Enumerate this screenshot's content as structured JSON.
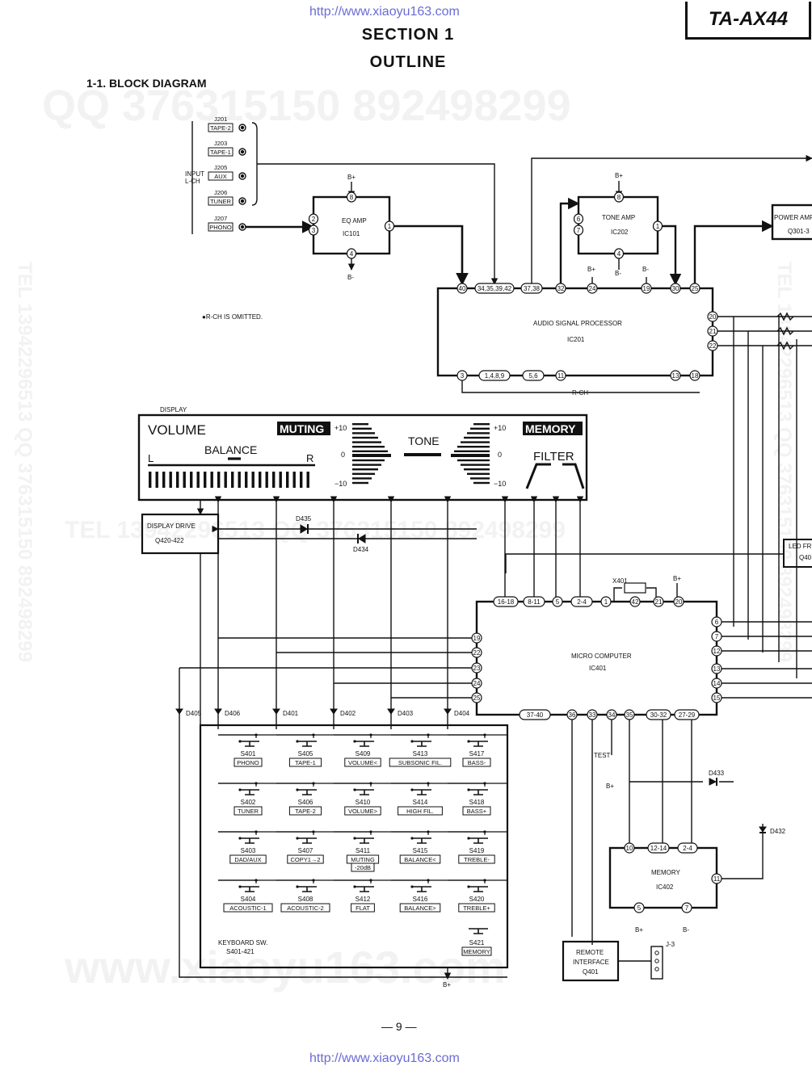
{
  "header": {
    "url_top": "http://www.xiaoyu163.com",
    "url_bottom": "http://www.xiaoyu163.com",
    "section": "SECTION 1",
    "outline": "OUTLINE",
    "model": "TA-AX44",
    "subtitle": "1-1. BLOCK DIAGRAM",
    "page_number": "— 9 —"
  },
  "watermarks": {
    "qq_line": "QQ 376315150   892498299",
    "tel_line": "TEL 13942296513   QQ 376315150   892498299",
    "vertical_left": "TEL 13942296513  QQ 376315150  892498299",
    "vertical_right": "TEL 13942296513  QQ 376315150  892498299",
    "www": "www.xiaoyu163.com"
  },
  "inputs": {
    "group_label_1": "INPUT",
    "group_label_2": "L-CH",
    "jacks": [
      {
        "ref": "J201",
        "name": "TAPE-2"
      },
      {
        "ref": "J203",
        "name": "TAPE-1"
      },
      {
        "ref": "J205",
        "name": "AUX"
      },
      {
        "ref": "J206",
        "name": "TUNER"
      },
      {
        "ref": "J207",
        "name": "PHONO"
      }
    ]
  },
  "eq_amp": {
    "title": "EQ AMP",
    "ic": "IC101",
    "pins": [
      "2",
      "3",
      "1",
      "8",
      "4"
    ],
    "bplus": "B+",
    "bminus": "B-"
  },
  "tone_amp": {
    "title": "TONE AMP",
    "ic": "IC202",
    "pins": [
      "6",
      "7",
      "1",
      "8",
      "4"
    ],
    "bplus": "B+",
    "bminus": "B-"
  },
  "power_amp": {
    "title": "POWER AMP",
    "ic": "Q301-3"
  },
  "asp": {
    "title": "AUDIO SIGNAL PROCESSOR",
    "ic": "IC201",
    "top_pins": [
      "40",
      "34,35,39,42",
      "37,38",
      "32",
      "24",
      "19",
      "30",
      "25"
    ],
    "right_pins": [
      "20",
      "21",
      "22"
    ],
    "bottom_pins": [
      "3",
      "1,4,8,9",
      "5,6",
      "11",
      "13",
      "18"
    ],
    "rch": "R-CH",
    "bplus": "B+",
    "bminus": "B-"
  },
  "note": "●R-CH IS OMITTED.",
  "display": {
    "caption": "DISPLAY",
    "volume": "VOLUME",
    "balance": "BALANCE",
    "l": "L",
    "r": "R",
    "muting": "MUTING",
    "tone": "TONE",
    "memory": "MEMORY",
    "filter": "FILTER",
    "plus10": "+10",
    "zero": "0",
    "minus10": "−10"
  },
  "display_drive": {
    "title": "DISPLAY DRIVE",
    "ic": "Q420-422"
  },
  "diodes": {
    "d435": "D435",
    "d434": "D434",
    "d433": "D433",
    "d432": "D432",
    "row": [
      "D405",
      "D406",
      "D401",
      "D402",
      "D403",
      "D404"
    ]
  },
  "led": {
    "title": "LED FR",
    "ic": "Q40"
  },
  "micro": {
    "title": "MICRO COMPUTER",
    "ic": "IC401",
    "top_pins": [
      "16-18",
      "8-11",
      "5",
      "2-4",
      "1",
      "42",
      "21",
      "20"
    ],
    "left_pins": [
      "19",
      "22",
      "23",
      "24",
      "25"
    ],
    "right_pins": [
      "6",
      "7",
      "12",
      "13",
      "14",
      "15"
    ],
    "bottom_pins": [
      "37-40",
      "36",
      "33",
      "34",
      "35",
      "30-32",
      "27-29"
    ],
    "xtal": "X401",
    "bplus": "B+"
  },
  "test": {
    "label": "TEST",
    "bplus": "B+"
  },
  "memory_ic": {
    "title": "MEMORY",
    "ic": "IC402",
    "pins": [
      "10",
      "12-14",
      "2-4",
      "11",
      "5",
      "7"
    ],
    "bplus": "B+",
    "bminus": "B-"
  },
  "remote": {
    "line1": "REMOTE",
    "line2": "INTERFACE",
    "ic": "Q401",
    "jack": "J-3"
  },
  "keyboard": {
    "caption1": "KEYBOARD SW.",
    "caption2": "S401-421",
    "bplus": "B+",
    "switches": [
      {
        "ref": "S401",
        "label": "PHONO"
      },
      {
        "ref": "S405",
        "label": "TAPE-1"
      },
      {
        "ref": "S409",
        "label": "VOLUME<"
      },
      {
        "ref": "S413",
        "label": "SUBSONIC FIL."
      },
      {
        "ref": "S417",
        "label": "BASS-"
      },
      {
        "ref": "S402",
        "label": "TUNER"
      },
      {
        "ref": "S406",
        "label": "TAPE-2"
      },
      {
        "ref": "S410",
        "label": "VOLUME>"
      },
      {
        "ref": "S414",
        "label": "HIGH FIL."
      },
      {
        "ref": "S418",
        "label": "BASS+"
      },
      {
        "ref": "S403",
        "label": "DAD/AUX"
      },
      {
        "ref": "S407",
        "label": "COPY1→2"
      },
      {
        "ref": "S411",
        "label": "MUTING"
      },
      {
        "ref": "S415",
        "label": "BALANCE<"
      },
      {
        "ref": "S419",
        "label": "TREBLE-"
      },
      {
        "ref": "S404",
        "label": "ACOUSTIC-1"
      },
      {
        "ref": "S408",
        "label": "ACOUSTIC-2"
      },
      {
        "ref": "S412",
        "label": "FLAT"
      },
      {
        "ref": "S416",
        "label": "BALANCE>"
      },
      {
        "ref": "S420",
        "label": "TREBLE+"
      }
    ],
    "muting_sub": "-20dB",
    "s421": {
      "ref": "S421",
      "label": "MEMORY"
    }
  }
}
